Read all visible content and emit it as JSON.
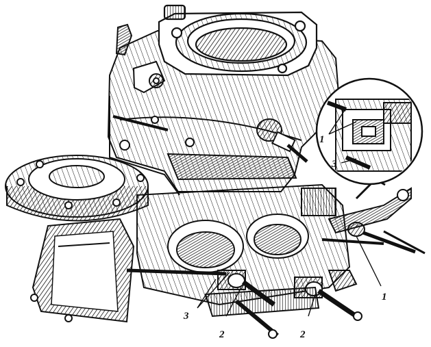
{
  "figure": {
    "subject": "carburetor-technical-illustration",
    "ink_color": "#111111",
    "paper_color": "#ffffff"
  },
  "callouts": {
    "inset_1": "1",
    "inset_3": "3",
    "right_1": "1",
    "bottom_3": "3",
    "bottom_2a": "2",
    "bottom_2b": "2"
  }
}
